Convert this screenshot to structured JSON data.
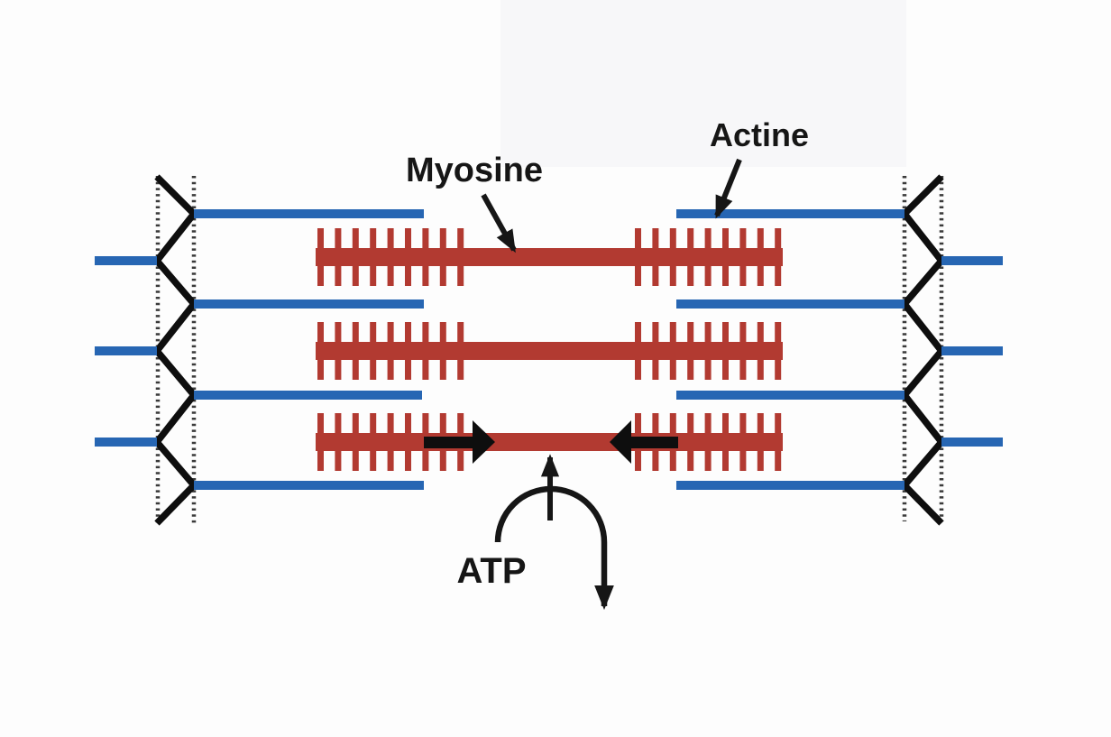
{
  "diagram": {
    "labels": {
      "myosin": "Myosine",
      "actin": "Actine",
      "atp": "ATP"
    },
    "colors": {
      "background": "#fdfdfd",
      "actin_blue": "#2766b3",
      "myosin_red": "#b23a31",
      "structure_black": "#0e0e0e",
      "dotted_line": "#3a3a3a",
      "annotation_black": "#161616"
    }
  }
}
